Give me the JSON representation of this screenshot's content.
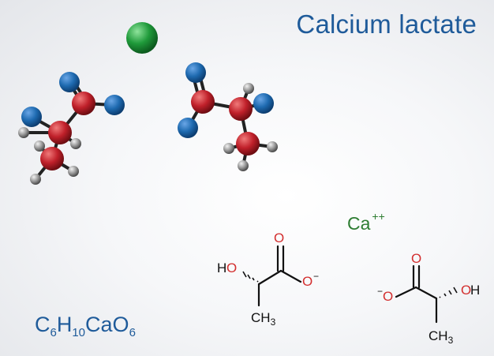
{
  "title": "Calcium lactate",
  "formula": {
    "parts": [
      {
        "text": "C",
        "sub": "6"
      },
      {
        "text": "H",
        "sub": "10"
      },
      {
        "text": "CaO",
        "sub": "6"
      }
    ]
  },
  "ion": {
    "symbol": "Ca",
    "charge": "++"
  },
  "structure_left": {
    "ho": "HO",
    "o_top": "O",
    "o_minus": "O",
    "minus": "−",
    "ch3": "CH",
    "ch3_sub": "3"
  },
  "structure_right": {
    "oh": "OH",
    "o_top": "O",
    "o_minus": "O",
    "minus": "−",
    "ch3": "CH",
    "ch3_sub": "3"
  },
  "colors": {
    "title": "#1f5b9a",
    "ion": "#2e7d32",
    "oxygen": "#d32f2f",
    "bond": "#111111",
    "atom_oxygen": "#1e6ab0",
    "atom_carbon": "#c0202a",
    "atom_hydrogen": "#9a9a9a",
    "atom_calcium": "#1f9a3a"
  }
}
